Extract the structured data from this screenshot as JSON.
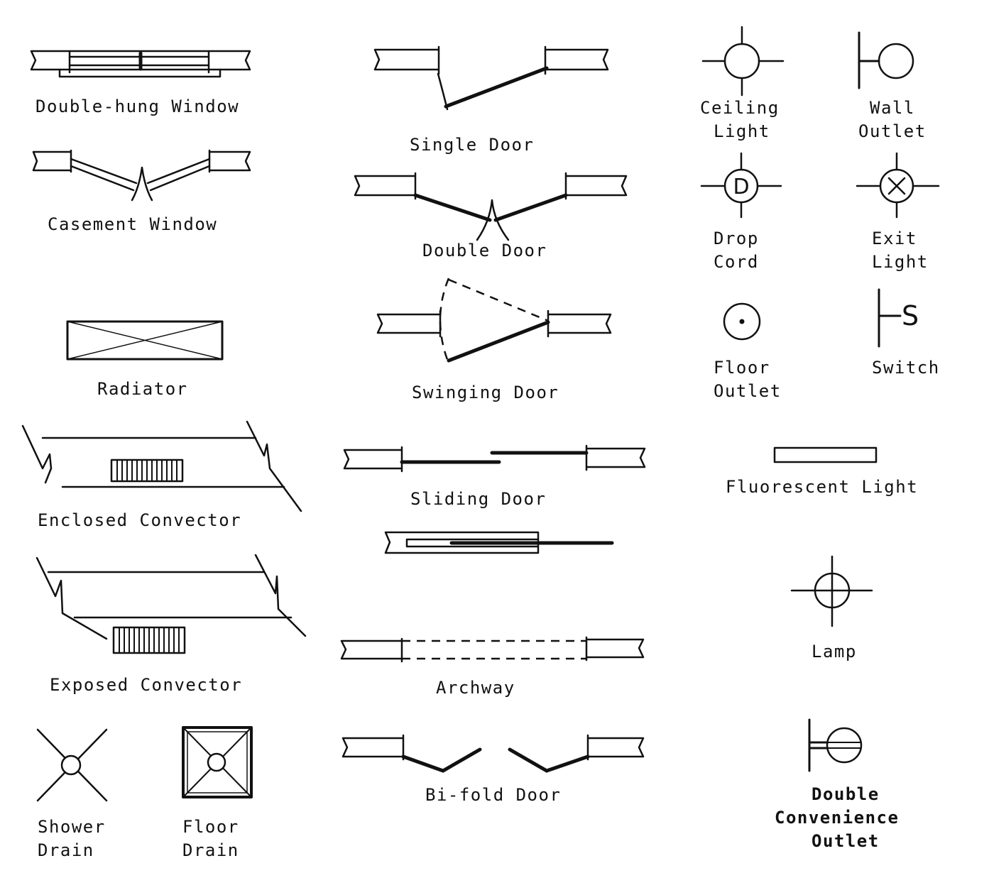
{
  "symbols": {
    "double_hung_window": "Double-hung Window",
    "casement_window": "Casement Window",
    "radiator": "Radiator",
    "enclosed_convector": "Enclosed Convector",
    "exposed_convector": "Exposed Convector",
    "shower_drain": [
      "Shower",
      "Drain"
    ],
    "floor_drain": [
      "Floor",
      "Drain"
    ],
    "single_door": "Single Door",
    "double_door": "Double Door",
    "swinging_door": "Swinging Door",
    "sliding_door": "Sliding Door",
    "archway": "Archway",
    "bifold_door": "Bi-fold Door",
    "ceiling_light": [
      "Ceiling",
      "Light"
    ],
    "wall_outlet": [
      "Wall",
      "Outlet"
    ],
    "drop_cord": [
      "Drop",
      "Cord"
    ],
    "drop_cord_mark": "D",
    "exit_light": [
      "Exit",
      "Light"
    ],
    "floor_outlet": [
      "Floor",
      "Outlet"
    ],
    "switch": "Switch",
    "switch_mark": "S",
    "fluorescent_light": "Fluorescent Light",
    "lamp": "Lamp",
    "double_convenience_outlet": [
      "Double",
      "Convenience",
      "Outlet"
    ]
  },
  "icons": [
    "window-icon",
    "door-icon",
    "light-icon",
    "outlet-icon",
    "drain-icon",
    "convector-icon",
    "switch-icon"
  ],
  "colors": {
    "ink": "#111111",
    "paper": "#ffffff"
  }
}
